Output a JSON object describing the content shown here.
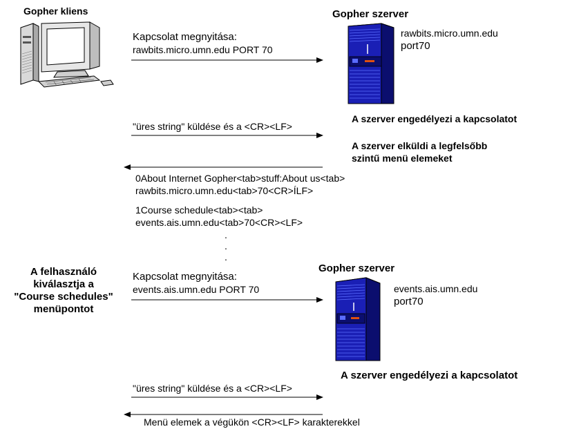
{
  "client": {
    "title": "Gopher kliens"
  },
  "server1": {
    "title": "Gopher szerver",
    "host": "rawbits.micro.umn.edu",
    "port": "port70",
    "accepts": "A szerver engedélyezi a kapcsolatot",
    "sends_line1": "A szerver elküldi a legfelsőbb",
    "sends_line2": "szintű menü elemeket"
  },
  "msg_open1": {
    "line1": "Kapcsolat megnyitása:",
    "line2": "rawbits.micro.umn.edu PORT 70"
  },
  "msg_empty1": "\"üres string\" küldése és a <CR><LF>",
  "menu_item1": {
    "line1": "0About Internet Gopher<tab>stuff:About us<tab>",
    "line2": "rawbits.micro.umn.edu<tab>70<CR>ÍLF>"
  },
  "menu_item2": {
    "line1": "1Course schedule<tab><tab>",
    "line2": "events.ais.umn.edu<tab>70<CR><LF>"
  },
  "dots": [
    ".",
    ".",
    "."
  ],
  "user_action": {
    "line1": "A felhasználó",
    "line2": "kiválasztja a",
    "line3": "\"Course schedules\"",
    "line4": "menüpontot"
  },
  "msg_open2": {
    "line1": "Kapcsolat megnyitása:",
    "line2": "events.ais.umn.edu PORT 70"
  },
  "server2": {
    "title": "Gopher szerver",
    "host": "events.ais.umn.edu",
    "port": "port70",
    "accepts": "A szerver engedélyezi a kapcsolatot"
  },
  "msg_empty2": "\"üres string\" küldése és a <CR><LF>",
  "msg_menu_final": "Menü elemek a végükön <CR><LF> karakterekkel",
  "colors": {
    "server_body": "#1d22c8",
    "server_dark": "#0b0e6e",
    "server_light": "#5a6cff",
    "led": "#e05010"
  }
}
